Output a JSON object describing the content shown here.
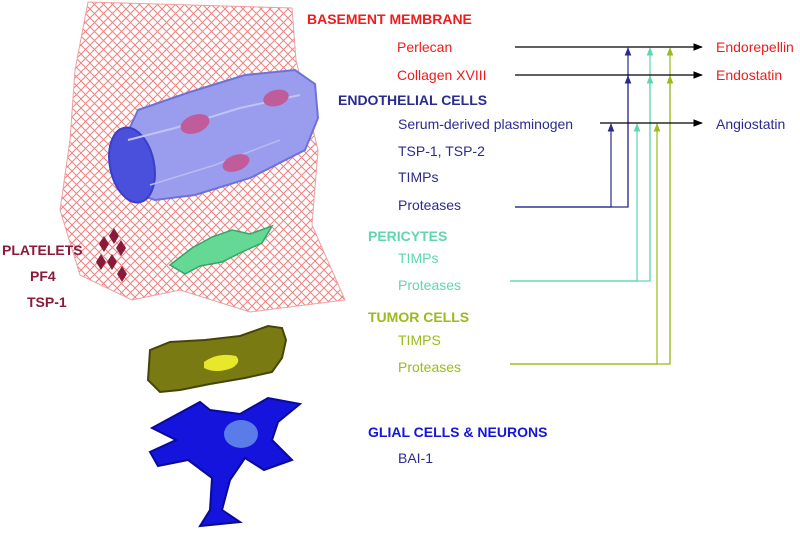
{
  "colors": {
    "basement": "#ee1c1c",
    "endothelial": "#2b2b8f",
    "pericytes": "#5fd6b0",
    "tumor": "#99bb1c",
    "glial": "#1414dd",
    "platelets": "#8b1a3a",
    "arrows": "#000000"
  },
  "basement_membrane": {
    "title": "BASEMENT MEMBRANE",
    "items": [
      "Perlecan",
      "Collagen XVIII"
    ]
  },
  "endothelial_cells": {
    "title": "ENDOTHELIAL CELLS",
    "items": [
      "Serum-derived plasminogen",
      "TSP-1, TSP-2",
      "TIMPs",
      "Proteases"
    ]
  },
  "pericytes": {
    "title": "PERICYTES",
    "items": [
      "TIMPs",
      "Proteases"
    ]
  },
  "tumor_cells": {
    "title": "TUMOR CELLS",
    "items": [
      "TIMPS",
      "Proteases"
    ]
  },
  "glial_cells": {
    "title": "GLIAL CELLS & NEURONS",
    "items": [
      "BAI-1"
    ]
  },
  "platelets": {
    "title": "PLATELETS",
    "items": [
      "PF4",
      "TSP-1"
    ]
  },
  "products": [
    "Endorepellin",
    "Endostatin",
    "Angiostatin"
  ],
  "icons": {
    "membrane": "crosshatch-membrane-illustration",
    "vessel": "blood-vessel-tube-illustration",
    "pericyte": "pericyte-cell-illustration",
    "tumor": "tumor-cell-illustration",
    "glial": "glial-neuron-cell-illustration",
    "platelets": "platelet-diamonds-illustration"
  }
}
